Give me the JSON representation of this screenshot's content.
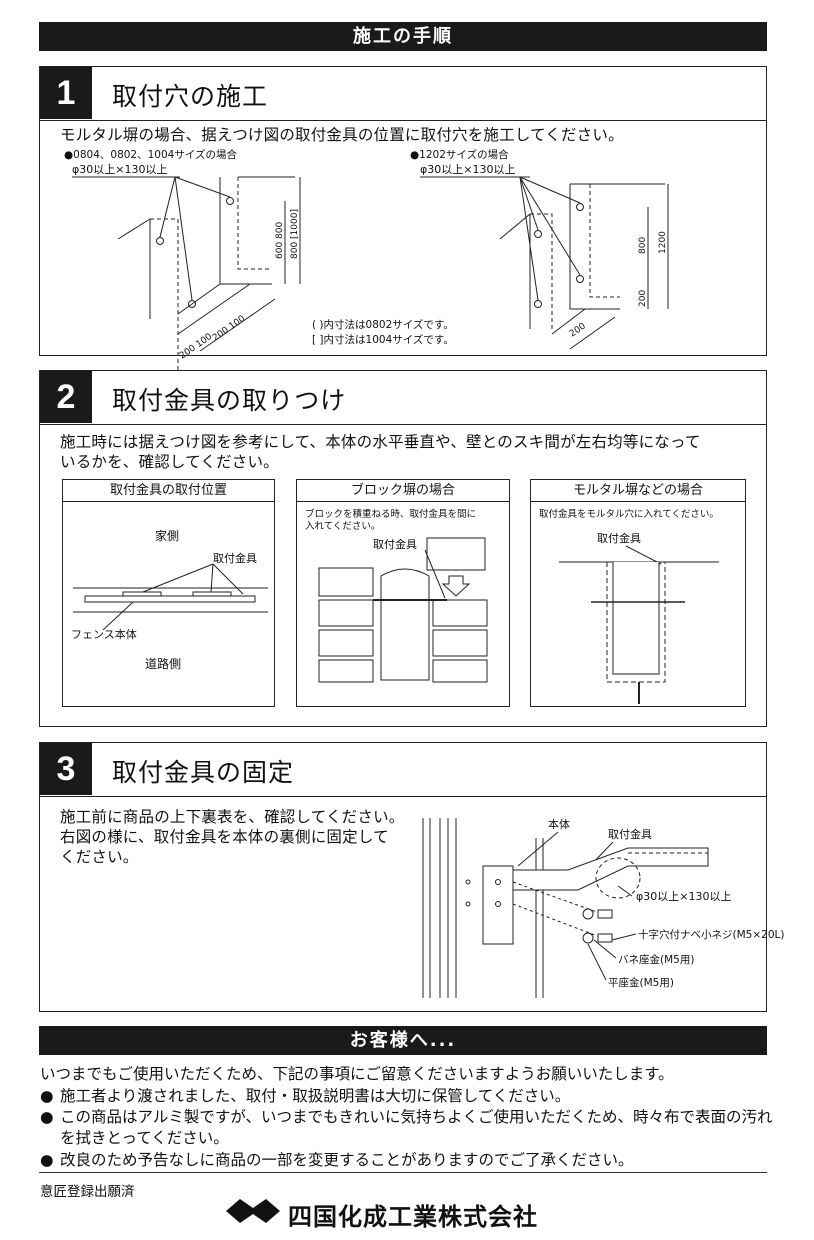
{
  "header_title": "施工の手順",
  "steps": [
    {
      "number": "1",
      "title": "取付穴の施工",
      "description": "モルタル塀の場合、据えつけ図の取付金具の位置に取付穴を施工してください。",
      "left_label": "●0804、0802、1004サイズの場合",
      "right_label": "●1202サイズの場合",
      "hole_spec": "φ30以上×130以上",
      "dims_left": {
        "d1": "600 800",
        "d2": "800 [1000]",
        "d3": "200 100",
        "d4": "200 100"
      },
      "dims_right": {
        "d1": "800",
        "d2": "1200",
        "d3": "200",
        "d4": "200"
      },
      "note1": "( )内寸法は0802サイズです。",
      "note2": "[ ]内寸法は1004サイズです。"
    },
    {
      "number": "2",
      "title": "取付金具の取りつけ",
      "description_line1": "施工時には据えつけ図を参考にして、本体の水平垂直や、壁とのスキ間が左右均等になって",
      "description_line2": "いるかを、確認してください。",
      "panels": [
        {
          "title": "取付金具の取付位置",
          "label_house": "家側",
          "label_bracket": "取付金具",
          "label_fence": "フェンス本体",
          "label_road": "道路側"
        },
        {
          "title": "ブロック塀の場合",
          "note_line1": "ブロックを積重ねる時、取付金具を間に",
          "note_line2": "入れてください。",
          "label_bracket": "取付金具"
        },
        {
          "title": "モルタル塀などの場合",
          "note": "取付金具をモルタル穴に入れてください。",
          "label_bracket": "取付金具"
        }
      ]
    },
    {
      "number": "3",
      "title": "取付金具の固定",
      "description_line1": "施工前に商品の上下裏表を、確認してください。",
      "description_line2": "右図の様に、取付金具を本体の裏側に固定して",
      "description_line3": "ください。",
      "label_body": "本体",
      "label_bracket": "取付金具",
      "label_hole": "φ30以上×130以上",
      "label_screw": "十字穴付ナベ小ネジ(M5×20L)",
      "label_spring": "バネ座金(M5用)",
      "label_flat": "平座金(M5用)"
    }
  ],
  "customer_title": "お客様へ...",
  "customer_intro": "いつまでもご使用いただくため、下記の事項にご留意くださいますようお願いいたします。",
  "customer_items": [
    "施工者より渡されました、取付・取扱説明書は大切に保管してください。",
    "この商品はアルミ製ですが、いつまでもきれいに気持ちよくご使用いただくため、時々布で表面の汚れを拭きとってください。",
    "改良のため予告なしに商品の一部を変更することがありますのでご了承ください。"
  ],
  "bullet": "●",
  "design_note": "意匠登録出願済",
  "company": "四国化成工業株式会社"
}
